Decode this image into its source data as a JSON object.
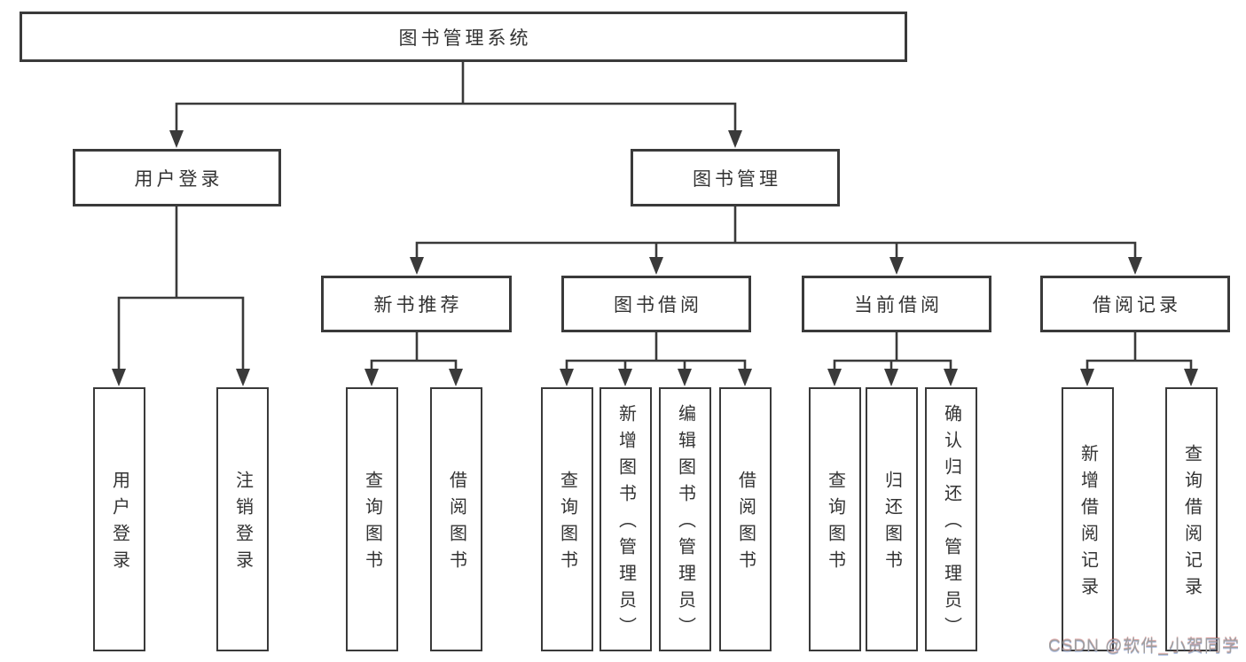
{
  "tree": {
    "root": "图书管理系统",
    "level1": [
      {
        "label": "用户登录",
        "children": [
          "用户登录",
          "注销登录"
        ]
      },
      {
        "label": "图书管理",
        "children": [
          {
            "label": "新书推荐",
            "children": [
              "查询图书",
              "借阅图书"
            ]
          },
          {
            "label": "图书借阅",
            "children": [
              "查询图书",
              "新增图书（管理员）",
              "编辑图书（管理员）",
              "借阅图书"
            ]
          },
          {
            "label": "当前借阅",
            "children": [
              "查询图书",
              "归还图书",
              "确认归还（管理员）"
            ]
          },
          {
            "label": "借阅记录",
            "children": [
              "新增借阅记录",
              "查询借阅记录"
            ]
          }
        ]
      }
    ]
  },
  "watermark": "CSDN @软件_小贺同学",
  "colors": {
    "line": "#3a3a3a",
    "text": "#333333",
    "watermark": "#9e9e9e",
    "background": "#ffffff"
  }
}
